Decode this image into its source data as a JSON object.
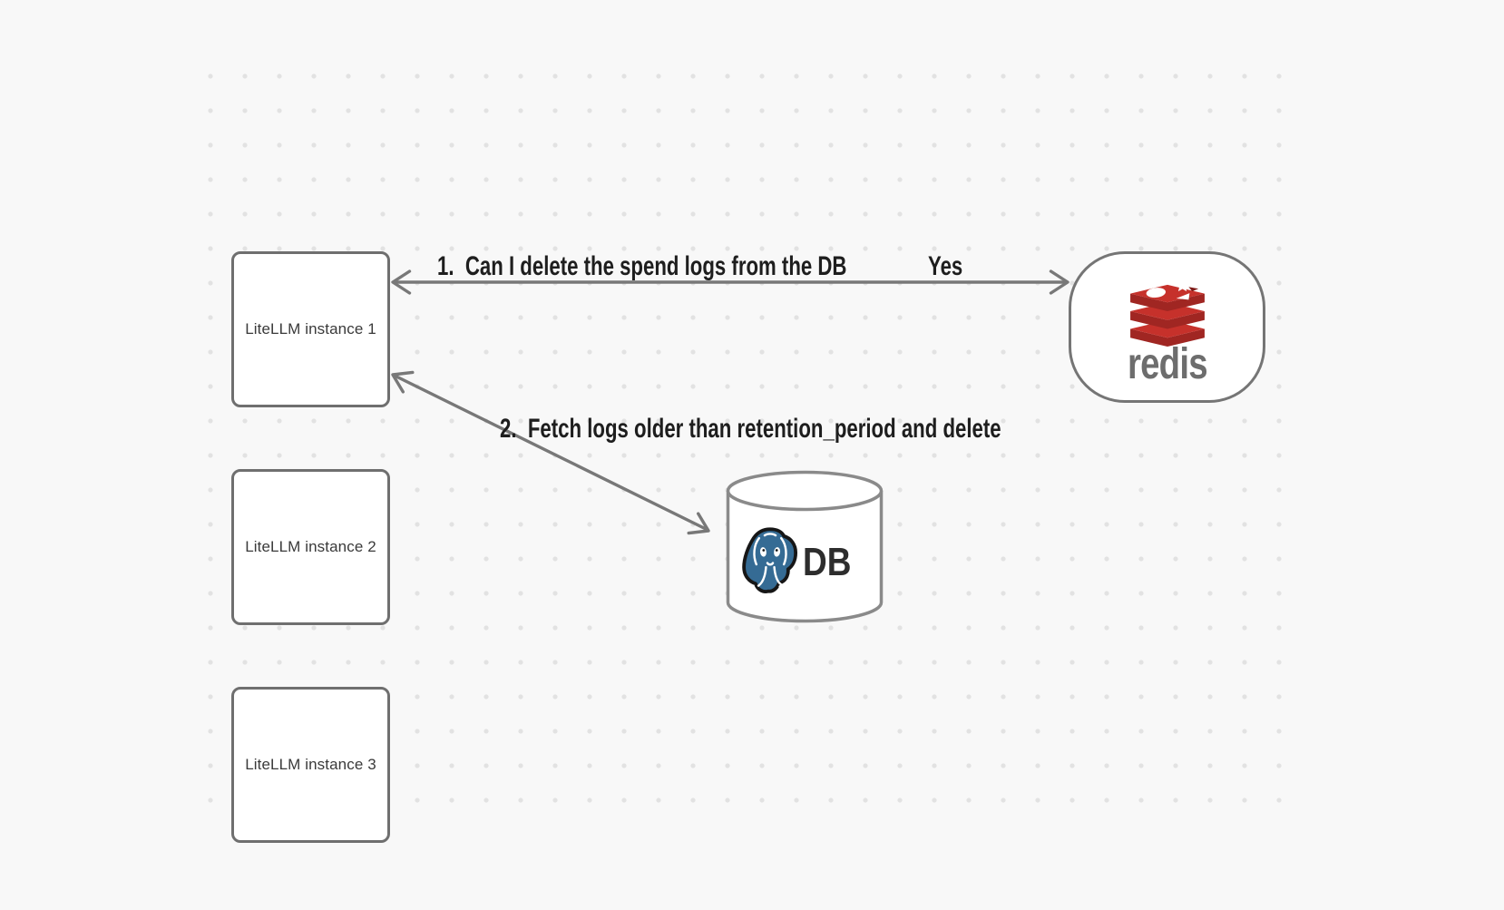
{
  "diagram": {
    "nodes": {
      "litellm1": "LiteLLM instance 1",
      "litellm2": "LiteLLM instance 2",
      "litellm3": "LiteLLM instance 3",
      "redis_wordmark": "redis",
      "db_label": "DB"
    },
    "labels": {
      "step1": "1.  Can I delete the spend logs from the DB",
      "yes": "Yes",
      "step2": "2.  Fetch logs older than retention_period and delete"
    },
    "icons": {
      "redis_stack": "redis-stack-logo",
      "postgres_elephant": "postgresql-elephant-logo",
      "db_cylinder": "database-cylinder"
    },
    "colors": {
      "background": "#f8f8f8",
      "dot_grid": "#e2e2e2",
      "node_border": "#6f6f6f",
      "arrow": "#787878",
      "label_text": "#1e1e1e",
      "node_text": "#3a3a3a",
      "redis_red_bright": "#c6312b",
      "redis_red_dark": "#a02622",
      "redis_wordmark_gray": "#6d6d6d",
      "postgres_blue": "#356b94",
      "cylinder_stroke": "#8a8a8a"
    }
  }
}
